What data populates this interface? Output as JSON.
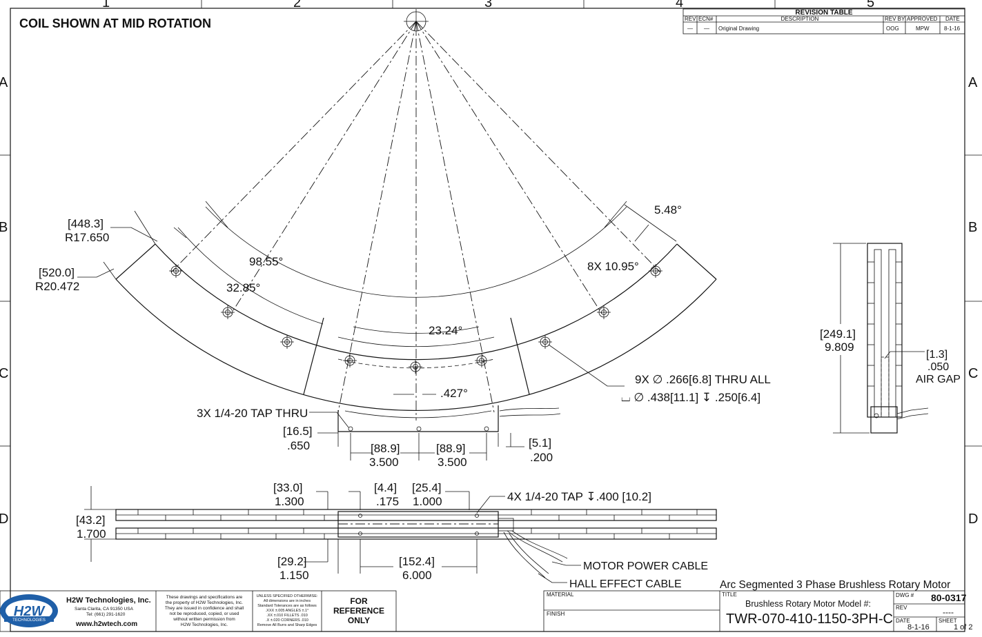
{
  "zones": {
    "columns": [
      "1",
      "2",
      "3",
      "4",
      "5"
    ],
    "rows": [
      "A",
      "B",
      "C",
      "D"
    ]
  },
  "view_title": "COIL SHOWN AT MID ROTATION",
  "revision_table": {
    "title": "REVISION TABLE",
    "headers": [
      "REV",
      "ECN#",
      "DESCRIPTION",
      "REV BY",
      "APPROVED",
      "DATE"
    ],
    "rows": [
      [
        "—",
        "—",
        "Original Drawing",
        "OOG",
        "MPW",
        "8-1-16"
      ]
    ]
  },
  "top_view": {
    "inner_radius": {
      "metric": "[448.3]",
      "inch": "R17.650"
    },
    "outer_radius": {
      "metric": "[520.0]",
      "inch": "R20.472"
    },
    "angle_total": "98.55°",
    "angle_segment": "32.85°",
    "angle_coil": "23.24°",
    "angle_end": "5.48°",
    "angle_holes": "8X 10.95°",
    "angle_offset": ".427°",
    "holes_note": [
      "9X ∅ .266[6.8] THRU ALL",
      "⌴ ∅ .438[11.1] ↧ .250[6.4]"
    ],
    "tap_note": "3X 1/4-20 TAP THRU",
    "dim_650": {
      "metric": "[16.5]",
      "inch": ".650"
    },
    "dim_3500_left": {
      "metric": "[88.9]",
      "inch": "3.500"
    },
    "dim_3500_right": {
      "metric": "[88.9]",
      "inch": "3.500"
    },
    "dim_200": {
      "metric": "[5.1]",
      "inch": ".200"
    }
  },
  "side_view": {
    "height": {
      "metric": "[249.1]",
      "inch": "9.809"
    },
    "air_gap": {
      "metric": "[1.3]",
      "inch": ".050",
      "label": "AIR GAP"
    }
  },
  "front_view": {
    "height": {
      "metric": "[43.2]",
      "inch": "1.700"
    },
    "dim_1300": {
      "metric": "[33.0]",
      "inch": "1.300"
    },
    "dim_175": {
      "metric": "[4.4]",
      "inch": ".175"
    },
    "dim_1000": {
      "metric": "[25.4]",
      "inch": "1.000"
    },
    "dim_1150": {
      "metric": "[29.2]",
      "inch": "1.150"
    },
    "dim_6000": {
      "metric": "[152.4]",
      "inch": "6.000"
    },
    "tap_note": "4X 1/4-20 TAP ↧.400 [10.2]",
    "motor_cable": "MOTOR POWER CABLE",
    "hall_cable": "HALL EFFECT CABLE"
  },
  "title_block": {
    "company": "H2W Technologies, Inc.",
    "logo_text": "H2W",
    "logo_sub": "TECHNOLOGIES",
    "address": [
      "Santa Clarita, CA  91350  USA",
      "Tel: (661) 291-1620"
    ],
    "website": "www.h2wtech.com",
    "proprietary": [
      "These drawings and specifications are",
      "the property of H2W Technologies, Inc.",
      "They are issued in  confidence and shall",
      "not be reproduced, copied, or used",
      "without written permission from",
      "H2W Technologies, Inc."
    ],
    "tolerance": [
      "UNLESS SPECIFIED OTHERWISE:",
      "All dimensions are in inches",
      "Standard Tolerances are as follows",
      ".XXX  ±.005   ANGLES     ±.1°",
      ".XX   ±.010   FILLETS    .010",
      ".X    ±.020   CORNERS   .010",
      "Remove All Burrs and Sharp Edges"
    ],
    "reference": [
      "FOR",
      "REFERENCE",
      "ONLY"
    ],
    "material_label": "MATERIAL",
    "finish_label": "FINISH",
    "description": "Arc Segmented 3 Phase Brushless Rotary Motor",
    "title_label": "TITLE",
    "title_line1": "Brushless Rotary Motor Model #:",
    "model": "TWR-070-410-1150-3PH-C",
    "dwg_label": "DWG #",
    "dwg_number": "80-0317",
    "rev_label": "REV",
    "rev_value": "----",
    "date_label": "DATE",
    "date_value": "8-1-16",
    "sheet_label": "SHEET",
    "sheet_value": "1 of 2"
  }
}
